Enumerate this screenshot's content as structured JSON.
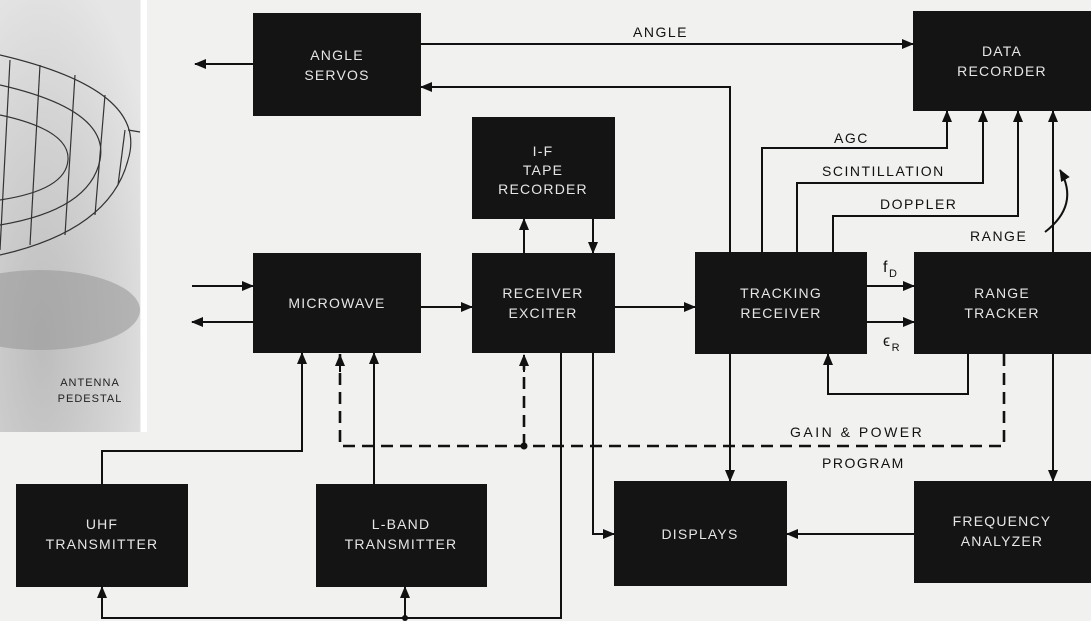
{
  "photo": {
    "caption_line1": "ANTENNA",
    "caption_line2": "PEDESTAL"
  },
  "blocks": {
    "angle_servos": [
      "ANGLE",
      "SERVOS"
    ],
    "data_recorder": [
      "DATA",
      "RECORDER"
    ],
    "if_tape_recorder": [
      "I-F",
      "TAPE",
      "RECORDER"
    ],
    "microwave": [
      "MICROWAVE"
    ],
    "receiver_exciter": [
      "RECEIVER",
      "EXCITER"
    ],
    "tracking_receiver": [
      "TRACKING",
      "RECEIVER"
    ],
    "range_tracker": [
      "RANGE",
      "TRACKER"
    ],
    "uhf_transmitter": [
      "UHF",
      "TRANSMITTER"
    ],
    "l_band_transmitter": [
      "L-BAND",
      "TRANSMITTER"
    ],
    "displays": [
      "DISPLAYS"
    ],
    "frequency_analyzer": [
      "FREQUENCY",
      "ANALYZER"
    ]
  },
  "signals": {
    "angle": "ANGLE",
    "agc": "AGC",
    "scintillation": "SCINTILLATION",
    "doppler": "DOPPLER",
    "range": "RANGE",
    "fd": "f",
    "fd_sub": "D",
    "er": "ϵ",
    "er_sub": "R",
    "gain_power_line1": "GAIN & POWER",
    "gain_power_line2": "PROGRAM"
  }
}
